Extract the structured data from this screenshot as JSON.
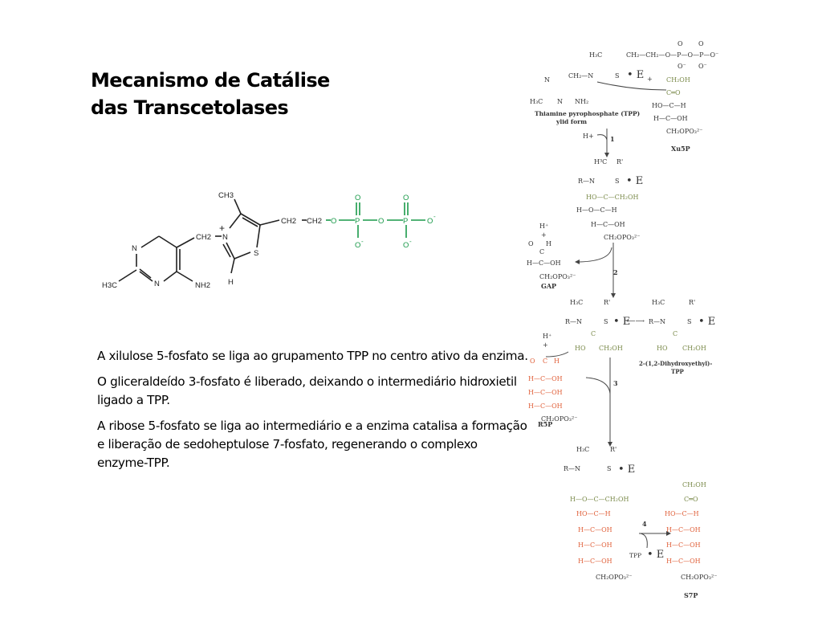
{
  "slide": {
    "title_lines": [
      "Mecanismo de Catálise",
      "das Transcetolases"
    ],
    "paragraphs": [
      "A xilulose 5-fosfato se liga ao grupamento TPP no centro ativo da enzima.",
      "O gliceraldeído 3-fosfato é liberado, deixando o intermediário hidroxietil ligado a TPP.",
      " A ribose 5-fosfato se liga ao intermediário e a enzima catalisa a formação e liberação de sedoheptulose 7-fosfato, regenerando o complexo enzyme-TPP."
    ]
  },
  "tpp_structure": {
    "labels": {
      "ch3_top": "CH3",
      "ch2_link": "CH2",
      "n_plus": "N",
      "plus": "+",
      "s": "S",
      "h": "H",
      "n1": "N",
      "n2": "N",
      "h3c": "H3C",
      "nh2": "NH2",
      "ch2_a": "CH2",
      "ch2_b": "CH2",
      "o1": "O",
      "p1": "P",
      "o_bridge": "O",
      "p2": "P",
      "o_end": "O",
      "o_minus": "-",
      "o_up": "O"
    },
    "colors": {
      "phosphate": "#1a9a4a",
      "bond": "#222222"
    }
  },
  "mechanism": {
    "colors": {
      "substrate_green": "#7a8a4a",
      "r5p_red": "#e0603a",
      "text": "#333333"
    },
    "step_labels": [
      "1",
      "2",
      "3",
      "4"
    ],
    "tpp_caption": [
      "Thiamine pyrophosphate (TPP)",
      "ylid form"
    ],
    "xu5p": {
      "lines": [
        "CH2OH",
        "C=O",
        "HO—C—H",
        "H—C—OH",
        "CH2OPO3 2-"
      ],
      "label": "Xu5P"
    },
    "h_plus": "H+",
    "enzyme": "E",
    "gap": {
      "label": "GAP",
      "lines": [
        "H+",
        "+",
        "O=C—H",
        "H—C—OH",
        "CH2OPO3 2-"
      ]
    },
    "intermediate_caption": [
      "2-(1,2-Dihydroxyethyl)-",
      "TPP"
    ],
    "r5p": {
      "label": "R5P"
    },
    "s7p": {
      "label": "S7P",
      "lines": [
        "CH2OH",
        "C=O",
        "HO—C—H",
        "H—C—OH",
        "H—C—OH",
        "H—C—OH",
        "CH2OPO3 2-"
      ]
    },
    "tpp_e": "TPP • E"
  }
}
